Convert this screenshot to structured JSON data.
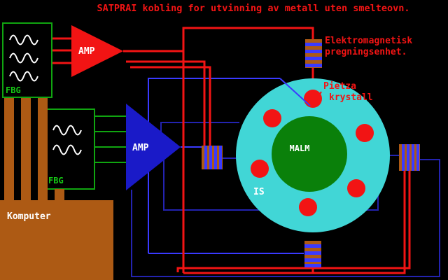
{
  "title": "SATPRAI kobling for utvinning av metall uten smelteovn.",
  "colors": {
    "red": "#f21414",
    "green": "#10a510",
    "label_green": "#15c815",
    "blue_amp": "#1a1ac8",
    "wire_blue": "#3a3aff",
    "navy": "#2323b0",
    "cyan": "#41d6d6",
    "core_green": "#0a800a",
    "brown": "#ad5a14",
    "white": "#ffffff",
    "bg": "#000000"
  },
  "generator1": {
    "label": "FBG",
    "wave_icon": "sine-wave",
    "wave_count": 3
  },
  "generator2": {
    "label": "FBG",
    "wave_icon": "sine-wave",
    "wave_count": 2
  },
  "amplifier_red": {
    "label": "AMP"
  },
  "amplifier_blue": {
    "label": "AMP"
  },
  "computer": {
    "label": "Komputer"
  },
  "electromagnet": {
    "label_line1": "Elektromagnetisk",
    "label_line2": "pregningsenhet."
  },
  "reactor": {
    "core_label": "MALM",
    "ring_label": "IS",
    "crystal_label_line1": "Pietza",
    "crystal_label_line2": "krystall",
    "crystal_count": 6
  },
  "coils": {
    "icon": "striped-coil",
    "count": 4
  }
}
